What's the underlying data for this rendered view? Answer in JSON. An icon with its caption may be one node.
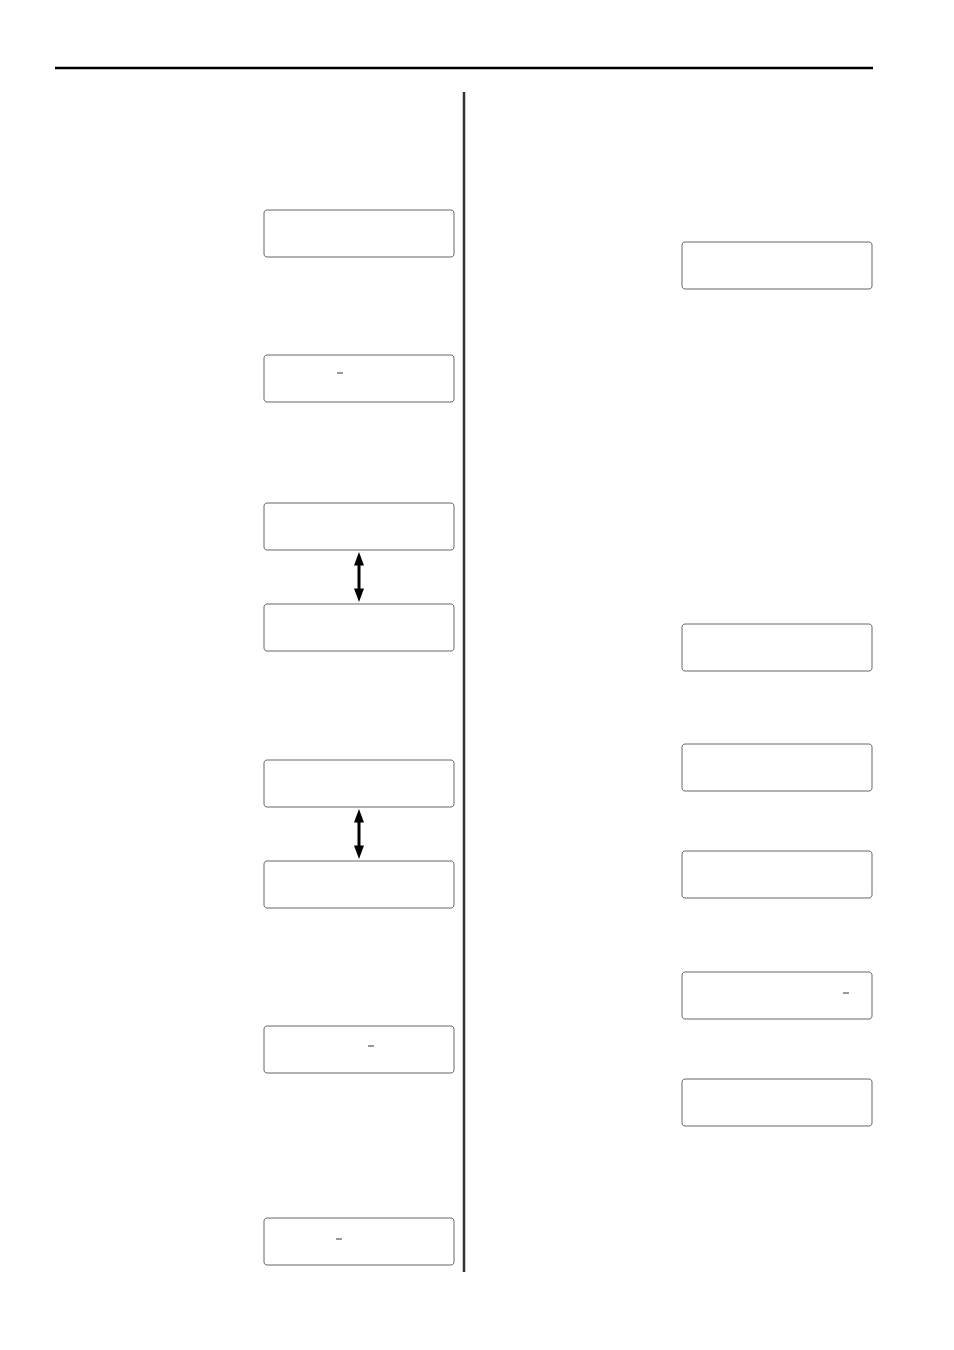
{
  "diagram": {
    "nodes": [
      {
        "text": [],
        "shape": "box"
      },
      {
        "text": [],
        "shape": "box"
      },
      {
        "text": [],
        "shape": "box"
      },
      {
        "text": [],
        "shape": "box"
      },
      {
        "text": [],
        "shape": "box"
      },
      {
        "text": [],
        "shape": "box"
      },
      {
        "text": [],
        "shape": "box"
      },
      {
        "text": [],
        "shape": "box"
      },
      {
        "text": [],
        "shape": "box"
      },
      {
        "text": [],
        "shape": "box"
      },
      {
        "text": [],
        "shape": "box"
      },
      {
        "text": [],
        "shape": "box"
      },
      {
        "text": [],
        "shape": "box"
      },
      {
        "text": [],
        "shape": "box"
      }
    ],
    "edges": [
      {
        "from": 2,
        "to": 3,
        "arrow": "both"
      },
      {
        "from": 4,
        "to": 5,
        "arrow": "both"
      }
    ]
  }
}
